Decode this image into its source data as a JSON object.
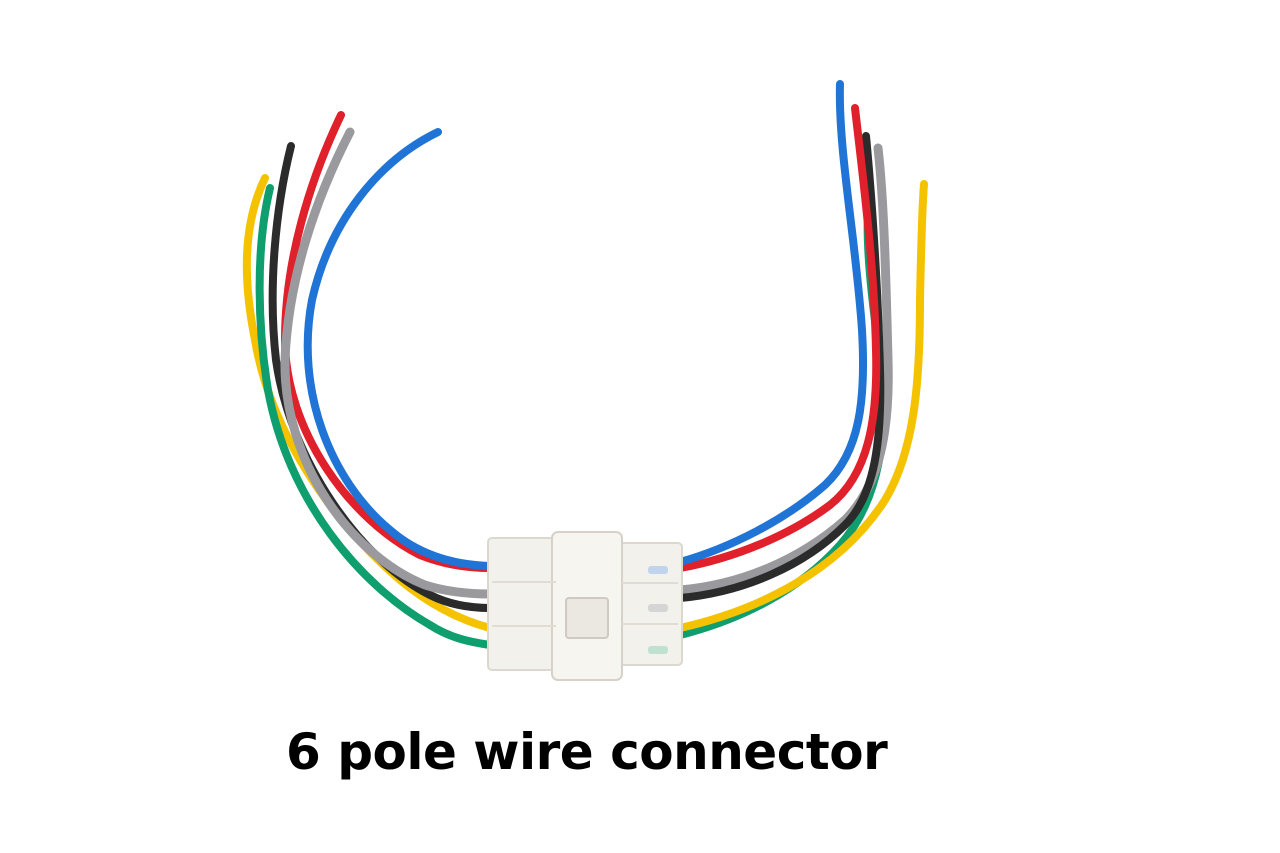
{
  "caption": "6 pole wire connector",
  "colors": {
    "background": "#ffffff",
    "caption": "#000000",
    "wire_yellow": "#f5c200",
    "wire_green": "#0f9e6e",
    "wire_black": "#2b2b2b",
    "wire_red": "#e0202a",
    "wire_gray": "#9a9a9e",
    "wire_blue": "#1f74d6",
    "housing": "#f3f1ec",
    "housing_shade": "#dcd8d0"
  },
  "wires": {
    "left": [
      "yellow",
      "green",
      "black",
      "red",
      "gray",
      "blue"
    ],
    "right": [
      "blue",
      "red",
      "black",
      "gray",
      "yellow",
      "green"
    ]
  }
}
